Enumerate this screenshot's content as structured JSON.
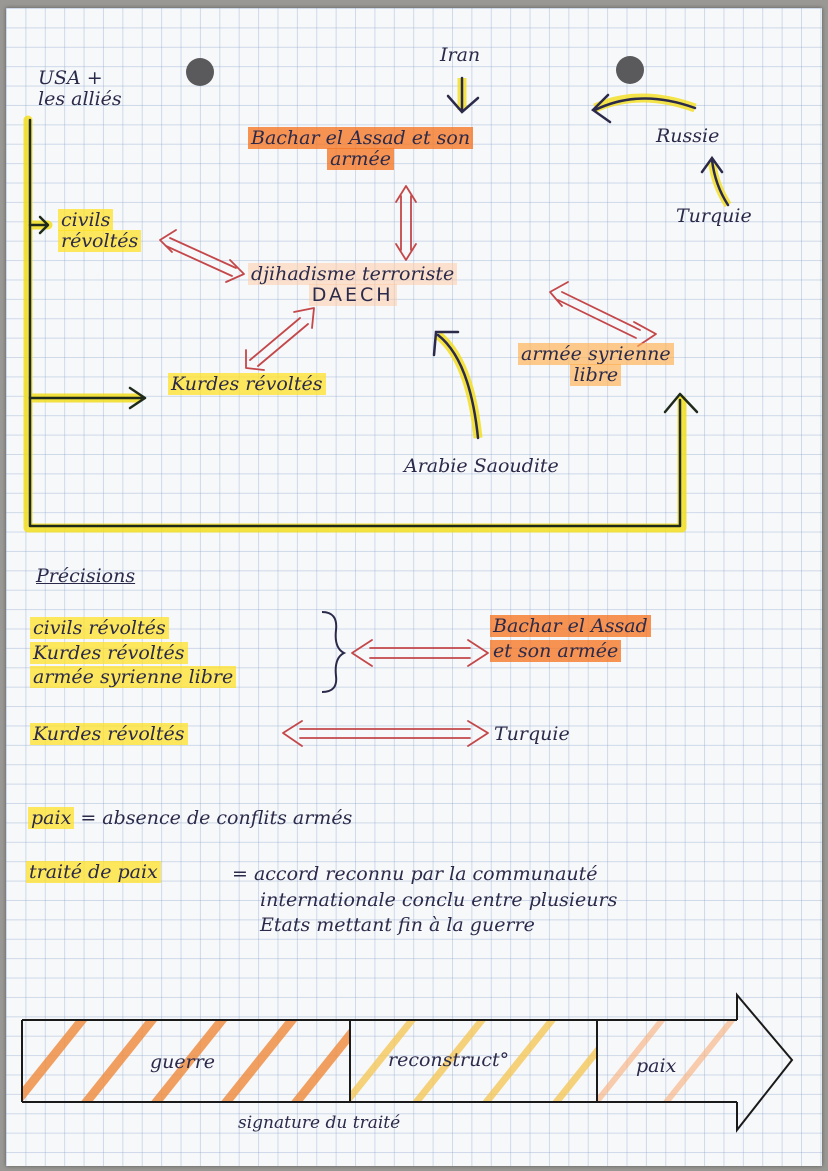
{
  "diagram": {
    "nodes": {
      "usa_line1": "USA +",
      "usa_line2": "les alliés",
      "iran": "Iran",
      "assad_line1": "Bachar el Assad et son",
      "assad_line2": "armée",
      "russie": "Russie",
      "turquie": "Turquie",
      "civils_line1": "civils",
      "civils_line2": "révoltés",
      "djihadisme_line1": "djihadisme terroriste",
      "djihadisme_line2": "DAECH",
      "asl_line1": "armée syrienne",
      "asl_line2": "libre",
      "kurdes": "Kurdes révoltés",
      "arabie": "Arabie Saoudite"
    },
    "colors": {
      "support_arrow": "#f2de1e",
      "conflict_arrow": "#c4474a"
    }
  },
  "precisions": {
    "heading": "Précisions",
    "group": [
      "civils révoltés",
      "Kurdes révoltés",
      "armée syrienne libre"
    ],
    "opponent_line1": "Bachar el Assad",
    "opponent_line2": "et son armée",
    "kurdes": "Kurdes révoltés",
    "kurdes_opponent": "Turquie"
  },
  "definitions": [
    {
      "term": "paix",
      "definition": "= absence de conflits armés"
    },
    {
      "term": "traité de paix",
      "definition_lines": [
        "= accord reconnu par la communauté",
        "internationale conclu entre plusieurs",
        "Etats mettant fin à la guerre"
      ]
    }
  ],
  "timeline": {
    "phases": [
      "guerre",
      "reconstruct°",
      "paix"
    ],
    "caption": "signature du traité"
  }
}
